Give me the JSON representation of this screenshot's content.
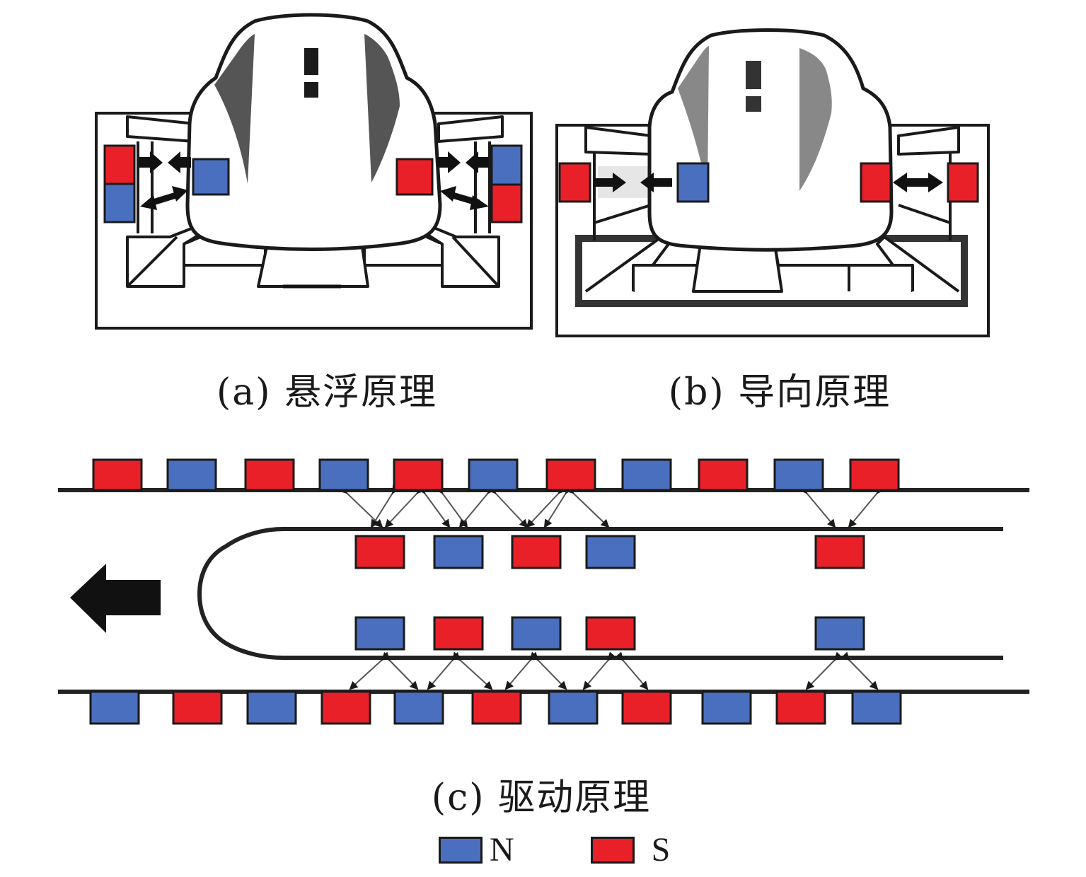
{
  "colors": {
    "north": "#4a6fbf",
    "south": "#ea2029",
    "outline": "#1a1a1a",
    "train_shade": "#555555",
    "guide_fill": "#e6e6e6"
  },
  "panels": {
    "a": {
      "caption": "(a) 悬浮原理",
      "meaning": "levitation principle",
      "left_track_magnets": [
        "S",
        "N"
      ],
      "left_train_magnet": "N",
      "right_train_magnet": "S",
      "right_track_magnets": [
        "N",
        "S"
      ]
    },
    "b": {
      "caption": "(b) 导向原理",
      "meaning": "guidance principle",
      "left_track_magnet": "S",
      "left_train_magnet": "N",
      "left_force": "attract",
      "right_train_magnet": "S",
      "right_track_magnet": "S",
      "right_force": "repel"
    },
    "c": {
      "caption": "(c) 驱动原理",
      "meaning": "propulsion principle",
      "direction": "left",
      "top_track": [
        "S",
        "N",
        "S",
        "N",
        "S",
        "N",
        "S",
        "N",
        "S",
        "N",
        "S"
      ],
      "vehicle_top": [
        "S",
        "N",
        "S",
        "N",
        "S"
      ],
      "vehicle_bottom": [
        "N",
        "S",
        "N",
        "S",
        "N"
      ],
      "bottom_track": [
        "N",
        "S",
        "N",
        "S",
        "N",
        "S",
        "N",
        "S",
        "N",
        "S",
        "N"
      ]
    }
  },
  "legend": [
    {
      "pole": "N",
      "label": "N"
    },
    {
      "pole": "S",
      "label": "S"
    }
  ]
}
